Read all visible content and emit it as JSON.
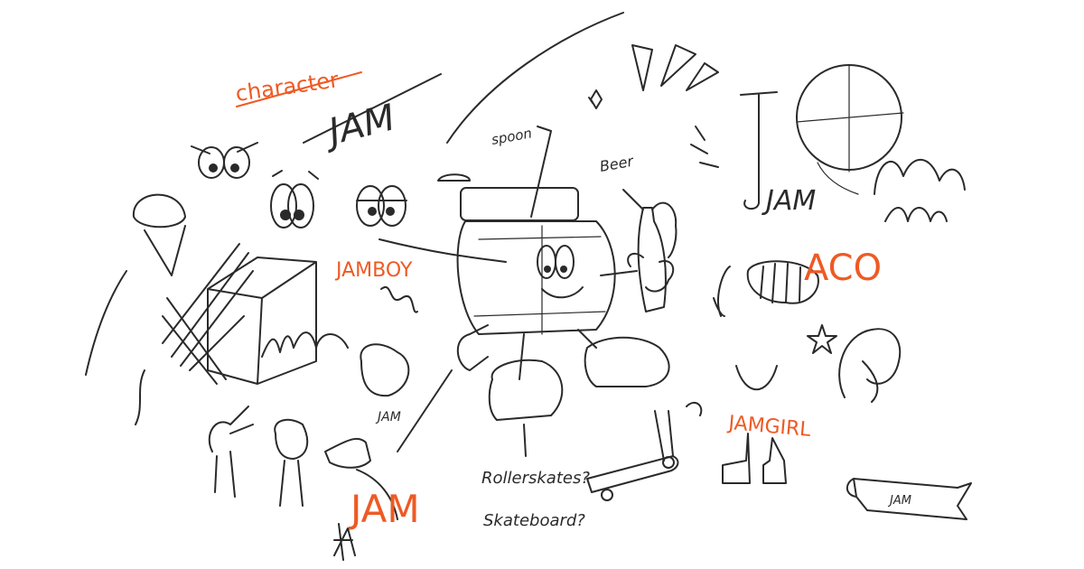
{
  "colors": {
    "ink": "#2a2a2a",
    "accent": "#ee5a24",
    "background": "#ffffff"
  },
  "labels": {
    "character": "character",
    "jam_top": "JAM",
    "spoon": "spoon",
    "beer": "Beer",
    "jam_right": "JAM",
    "jamboy": "JAMBOY",
    "aco": "ACO",
    "jam_blob": "JAM",
    "jamgirl": "JAMGIRL",
    "jam_big": "JAM",
    "rollerskates": "Rollerskates?",
    "skateboard": "Skateboard?",
    "jam_banner": "JAM"
  }
}
